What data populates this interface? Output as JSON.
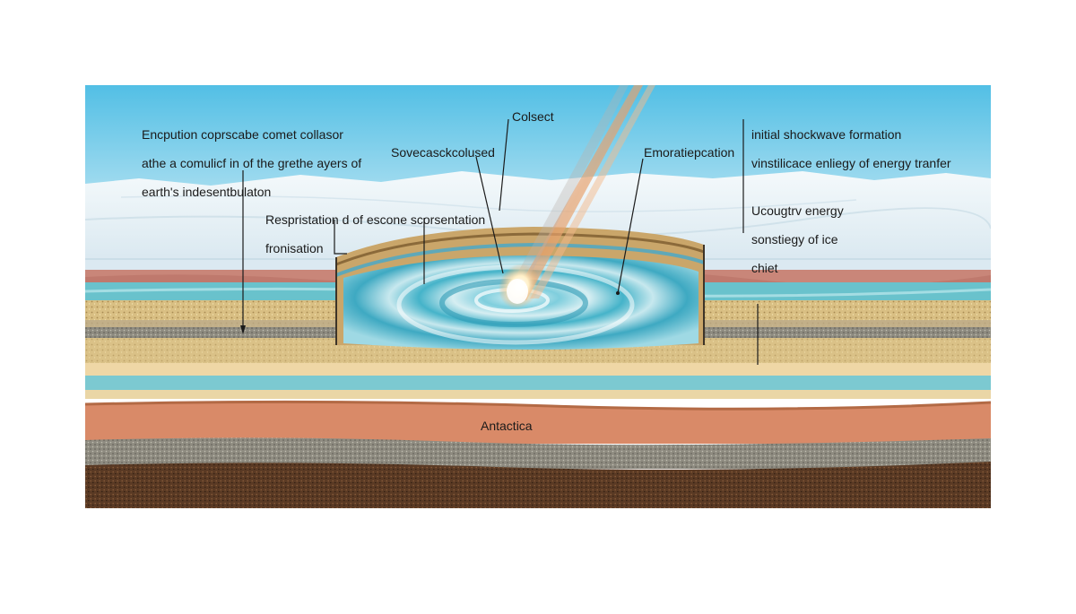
{
  "labels": {
    "top_left": [
      "Encpution coprscabe comet collasor",
      "athe a comulicf in of the grethe ayers of",
      "earth's indesentbulaton"
    ],
    "crater_left": [
      "Respristation d of escone scorsentation",
      "fronisation"
    ],
    "sovecas": "Sovecasckcolused",
    "colsect": "Colsect",
    "emorat": "Emoratiepcation",
    "top_right": [
      "initial shockwave formation",
      "vinstilicace enliegy of energy tranfer"
    ],
    "mid_right": [
      "Ucougtrv energy",
      "sonstiegy of ice",
      "chiet"
    ],
    "bottom": "Antactica"
  },
  "colors": {
    "sky_top": "#52bfe5",
    "sky_bottom": "#e9f7fb",
    "ice": "#e4f0f5",
    "water": "#5fc6d8",
    "sand": "#e1c27e",
    "clay": "#d98a68",
    "rock": "#8f8d84",
    "soil": "#5a3a24",
    "comet_core": "#fff6dc",
    "comet_tail": "#f08a4b"
  }
}
